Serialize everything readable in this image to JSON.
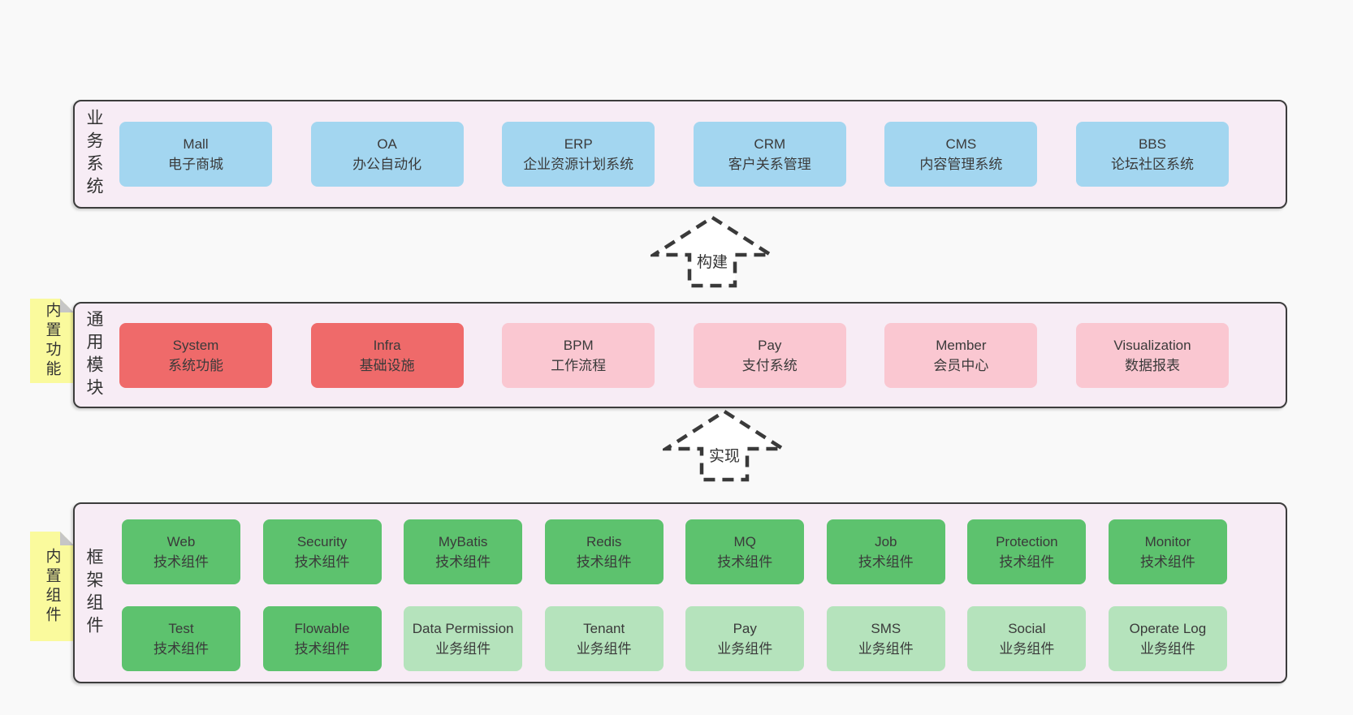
{
  "diagram": {
    "palette": {
      "page_bg": "#f9f9f9",
      "container_bg": "#f7ecf5",
      "container_border": "#3c3c3c",
      "text": "#3a3a3a",
      "blue": "#a3d6f0",
      "red": "#ef6a6a",
      "pink": "#fac7d1",
      "green_dark": "#5dc26e",
      "green_light": "#b5e3bc",
      "note_yellow": "#fafa9d",
      "note_fold": "#c6c6c6",
      "arrow_stroke": "#3a3a3a"
    },
    "sections": [
      {
        "id": "business-systems",
        "side_label": "业务系统",
        "rows": [
          [
            {
              "en": "Mall",
              "zh": "电子商城",
              "color": "blue"
            },
            {
              "en": "OA",
              "zh": "办公自动化",
              "color": "blue"
            },
            {
              "en": "ERP",
              "zh": "企业资源计划系统",
              "color": "blue"
            },
            {
              "en": "CRM",
              "zh": "客户关系管理",
              "color": "blue"
            },
            {
              "en": "CMS",
              "zh": "内容管理系统",
              "color": "blue"
            },
            {
              "en": "BBS",
              "zh": "论坛社区系统",
              "color": "blue"
            }
          ]
        ]
      },
      {
        "id": "common-modules",
        "side_label": "通用模块",
        "sticky_note": "内置功能",
        "rows": [
          [
            {
              "en": "System",
              "zh": "系统功能",
              "color": "red"
            },
            {
              "en": "Infra",
              "zh": "基础设施",
              "color": "red"
            },
            {
              "en": "BPM",
              "zh": "工作流程",
              "color": "pink"
            },
            {
              "en": "Pay",
              "zh": "支付系统",
              "color": "pink"
            },
            {
              "en": "Member",
              "zh": "会员中心",
              "color": "pink"
            },
            {
              "en": "Visualization",
              "zh": "数据报表",
              "color": "pink"
            }
          ]
        ]
      },
      {
        "id": "framework-components",
        "side_label": "框架组件",
        "sticky_note": "内置组件",
        "rows": [
          [
            {
              "en": "Web",
              "zh": "技术组件",
              "color": "green_dark"
            },
            {
              "en": "Security",
              "zh": "技术组件",
              "color": "green_dark"
            },
            {
              "en": "MyBatis",
              "zh": "技术组件",
              "color": "green_dark"
            },
            {
              "en": "Redis",
              "zh": "技术组件",
              "color": "green_dark"
            },
            {
              "en": "MQ",
              "zh": "技术组件",
              "color": "green_dark"
            },
            {
              "en": "Job",
              "zh": "技术组件",
              "color": "green_dark"
            },
            {
              "en": "Protection",
              "zh": "技术组件",
              "color": "green_dark"
            },
            {
              "en": "Monitor",
              "zh": "技术组件",
              "color": "green_dark"
            }
          ],
          [
            {
              "en": "Test",
              "zh": "技术组件",
              "color": "green_dark"
            },
            {
              "en": "Flowable",
              "zh": "技术组件",
              "color": "green_dark"
            },
            {
              "en": "Data Permission",
              "zh": "业务组件",
              "color": "green_light"
            },
            {
              "en": "Tenant",
              "zh": "业务组件",
              "color": "green_light"
            },
            {
              "en": "Pay",
              "zh": "业务组件",
              "color": "green_light"
            },
            {
              "en": "SMS",
              "zh": "业务组件",
              "color": "green_light"
            },
            {
              "en": "Social",
              "zh": "业务组件",
              "color": "green_light"
            },
            {
              "en": "Operate Log",
              "zh": "业务组件",
              "color": "green_light"
            }
          ]
        ]
      }
    ],
    "arrows": [
      {
        "label": "构建"
      },
      {
        "label": "实现"
      }
    ]
  }
}
